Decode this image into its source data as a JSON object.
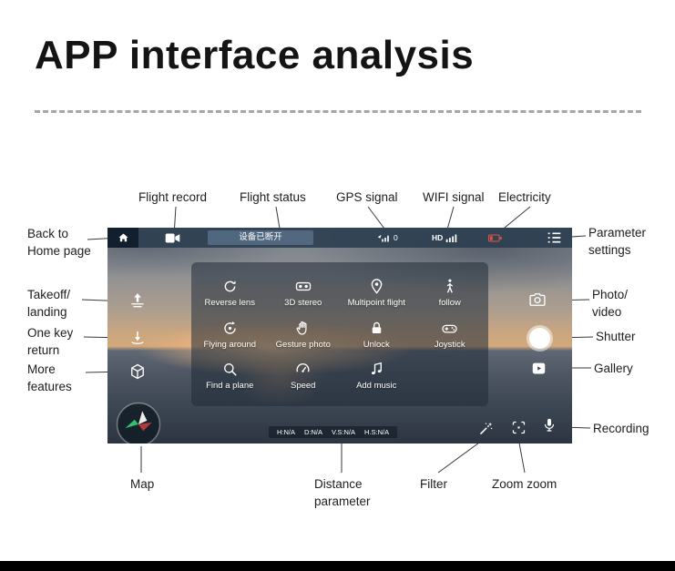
{
  "title": "APP interface analysis",
  "callouts": {
    "flight_record": "Flight record",
    "flight_status": "Flight status",
    "gps_signal": "GPS signal",
    "wifi_signal": "WIFI signal",
    "electricity": "Electricity",
    "back_home": "Back to\nHome page",
    "parameter_settings": "Parameter\nsettings",
    "takeoff_landing": "Takeoff/\nlanding",
    "photo_video": "Photo/\nvideo",
    "one_key_return": "One key\nreturn",
    "shutter": "Shutter",
    "more_features": "More\nfeatures",
    "gallery": "Gallery",
    "recording": "Recording",
    "map": "Map",
    "distance_parameter": "Distance\nparameter",
    "filter": "Filter",
    "zoom": "Zoom zoom"
  },
  "app": {
    "statusbar": {
      "device_status": "设备已断开",
      "gps_value": "0",
      "hd_label": "HD",
      "icons": [
        "home-icon",
        "flight-record-icon",
        "gps-signal-icon",
        "hd-signal-icon",
        "battery-icon",
        "parameter-list-icon"
      ]
    },
    "menu": {
      "rows": [
        [
          {
            "icon": "reverse-lens-icon",
            "label": "Reverse lens"
          },
          {
            "icon": "3d-stereo-icon",
            "label": "3D stereo"
          },
          {
            "icon": "multipoint-flight-icon",
            "label": "Multipoint flight"
          },
          {
            "icon": "follow-icon",
            "label": "follow"
          }
        ],
        [
          {
            "icon": "flying-around-icon",
            "label": "Flying around"
          },
          {
            "icon": "gesture-photo-icon",
            "label": "Gesture photo"
          },
          {
            "icon": "unlock-icon",
            "label": "Unlock"
          },
          {
            "icon": "joystick-icon",
            "label": "Joystick"
          }
        ],
        [
          {
            "icon": "find-plane-icon",
            "label": "Find a plane"
          },
          {
            "icon": "speed-icon",
            "label": "Speed"
          },
          {
            "icon": "add-music-icon",
            "label": "Add music"
          }
        ]
      ]
    },
    "side_icons": {
      "left": [
        "takeoff-icon",
        "one-key-return-icon",
        "more-features-icon"
      ],
      "right": [
        "photo-video-icon",
        "shutter-button",
        "gallery-icon"
      ],
      "bottom": [
        "map-compass",
        "filter-icon",
        "zoom-icon",
        "recording-mic-icon"
      ]
    },
    "telemetry": {
      "items": [
        "H:N/A",
        "D:N/A",
        "V.S:N/A",
        "H.S:N/A"
      ]
    }
  },
  "colors": {
    "battery_warning": "#e05445",
    "compass_green": "#2fbf71",
    "compass_red": "#b33a3a"
  }
}
